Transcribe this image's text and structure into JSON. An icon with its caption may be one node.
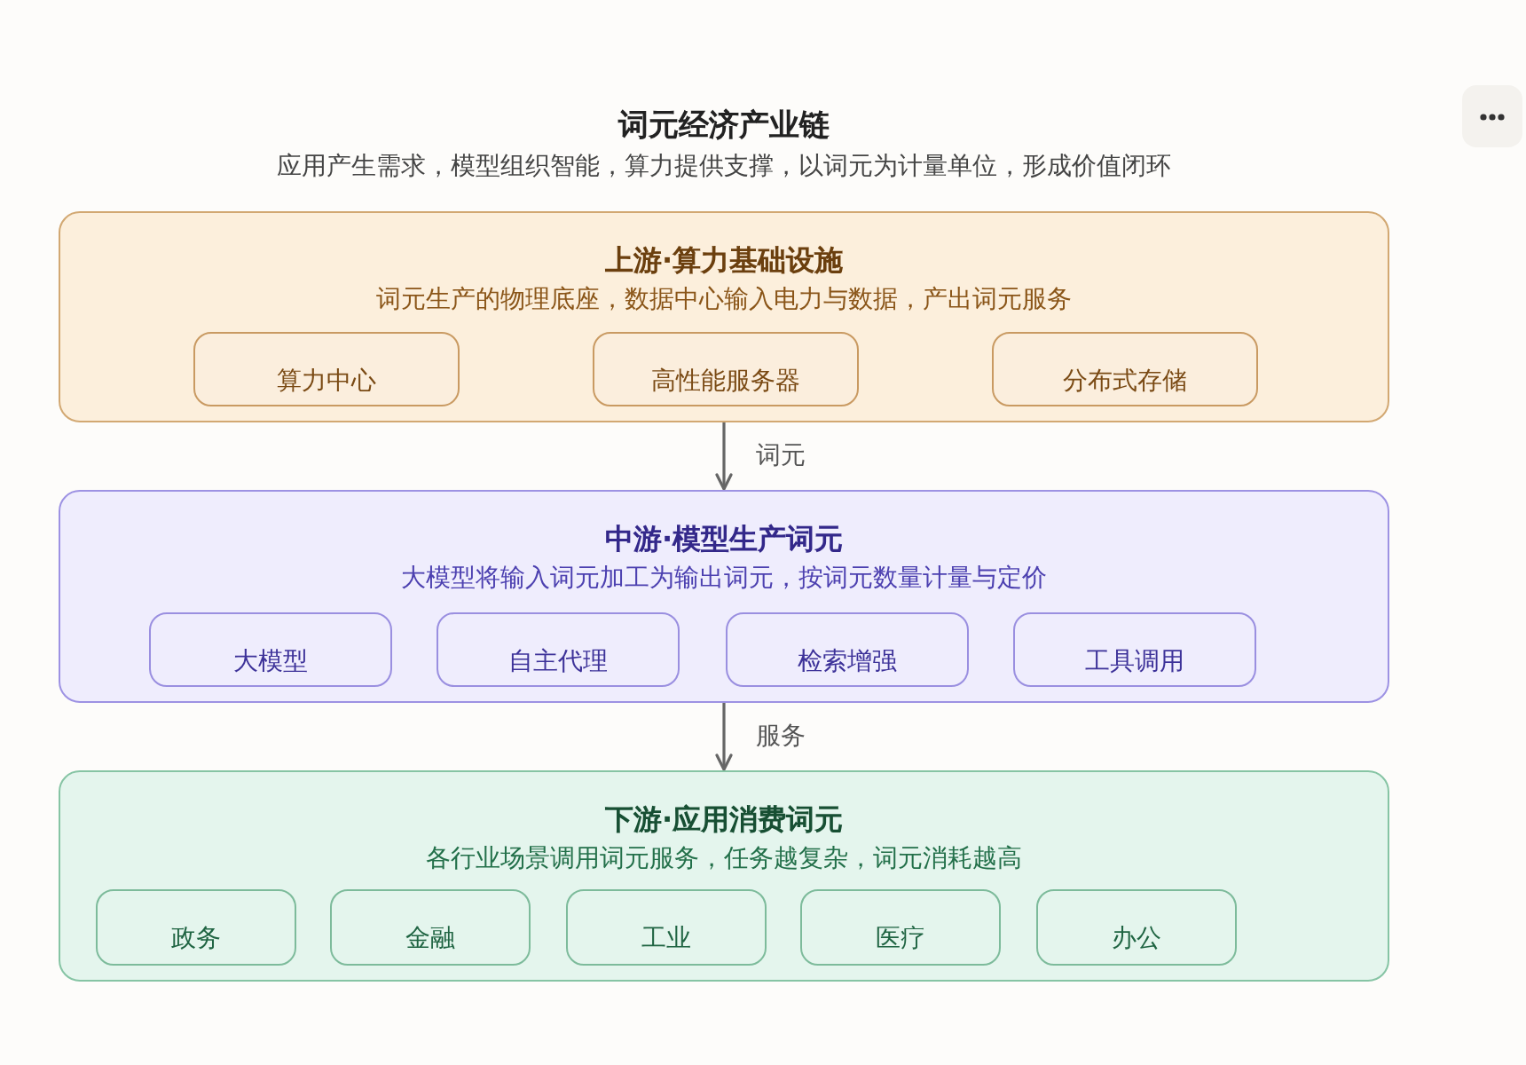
{
  "diagram": {
    "title": "词元经济产业链",
    "nodes": [
      {
        "text": [
          "上游·算力基础设施",
          "词元生产的物理底座，数据中心输入电力与数据，产出词元服务"
        ]
      },
      {
        "text": [
          "算力中心"
        ],
        "in": 0
      },
      {
        "text": [
          "高性能服务器"
        ],
        "in": 0
      },
      {
        "text": [
          "分布式存储"
        ],
        "in": 0
      },
      {
        "text": [
          "中游·模型生产词元",
          "大模型将输入词元加工为输出词元，按词元数量计量与定价"
        ]
      },
      {
        "text": [
          "大模型"
        ],
        "in": 4
      },
      {
        "text": [
          "自主代理"
        ],
        "in": 4
      },
      {
        "text": [
          "检索增强"
        ],
        "in": 4
      },
      {
        "text": [
          "工具调用"
        ],
        "in": 4
      },
      {
        "text": [
          "下游·应用消费词元",
          "各行业场景调用词元服务，任务越复杂，词元消耗越高"
        ]
      },
      {
        "text": [
          "政务"
        ],
        "in": 9
      },
      {
        "text": [
          "金融"
        ],
        "in": 9
      },
      {
        "text": [
          "工业"
        ],
        "in": 9
      },
      {
        "text": [
          "医疗"
        ],
        "in": 9
      },
      {
        "text": [
          "办公"
        ],
        "in": 9
      }
    ],
    "edges": [
      {
        "from": 0,
        "to": 4,
        "arrow": "to",
        "label": "词元"
      },
      {
        "from": 4,
        "to": 9,
        "arrow": "to",
        "label": "服务"
      }
    ],
    "labels": [
      "应用产生需求，模型组织智能，算力提供支撑，以词元为计量单位，形成价值闭环"
    ]
  }
}
